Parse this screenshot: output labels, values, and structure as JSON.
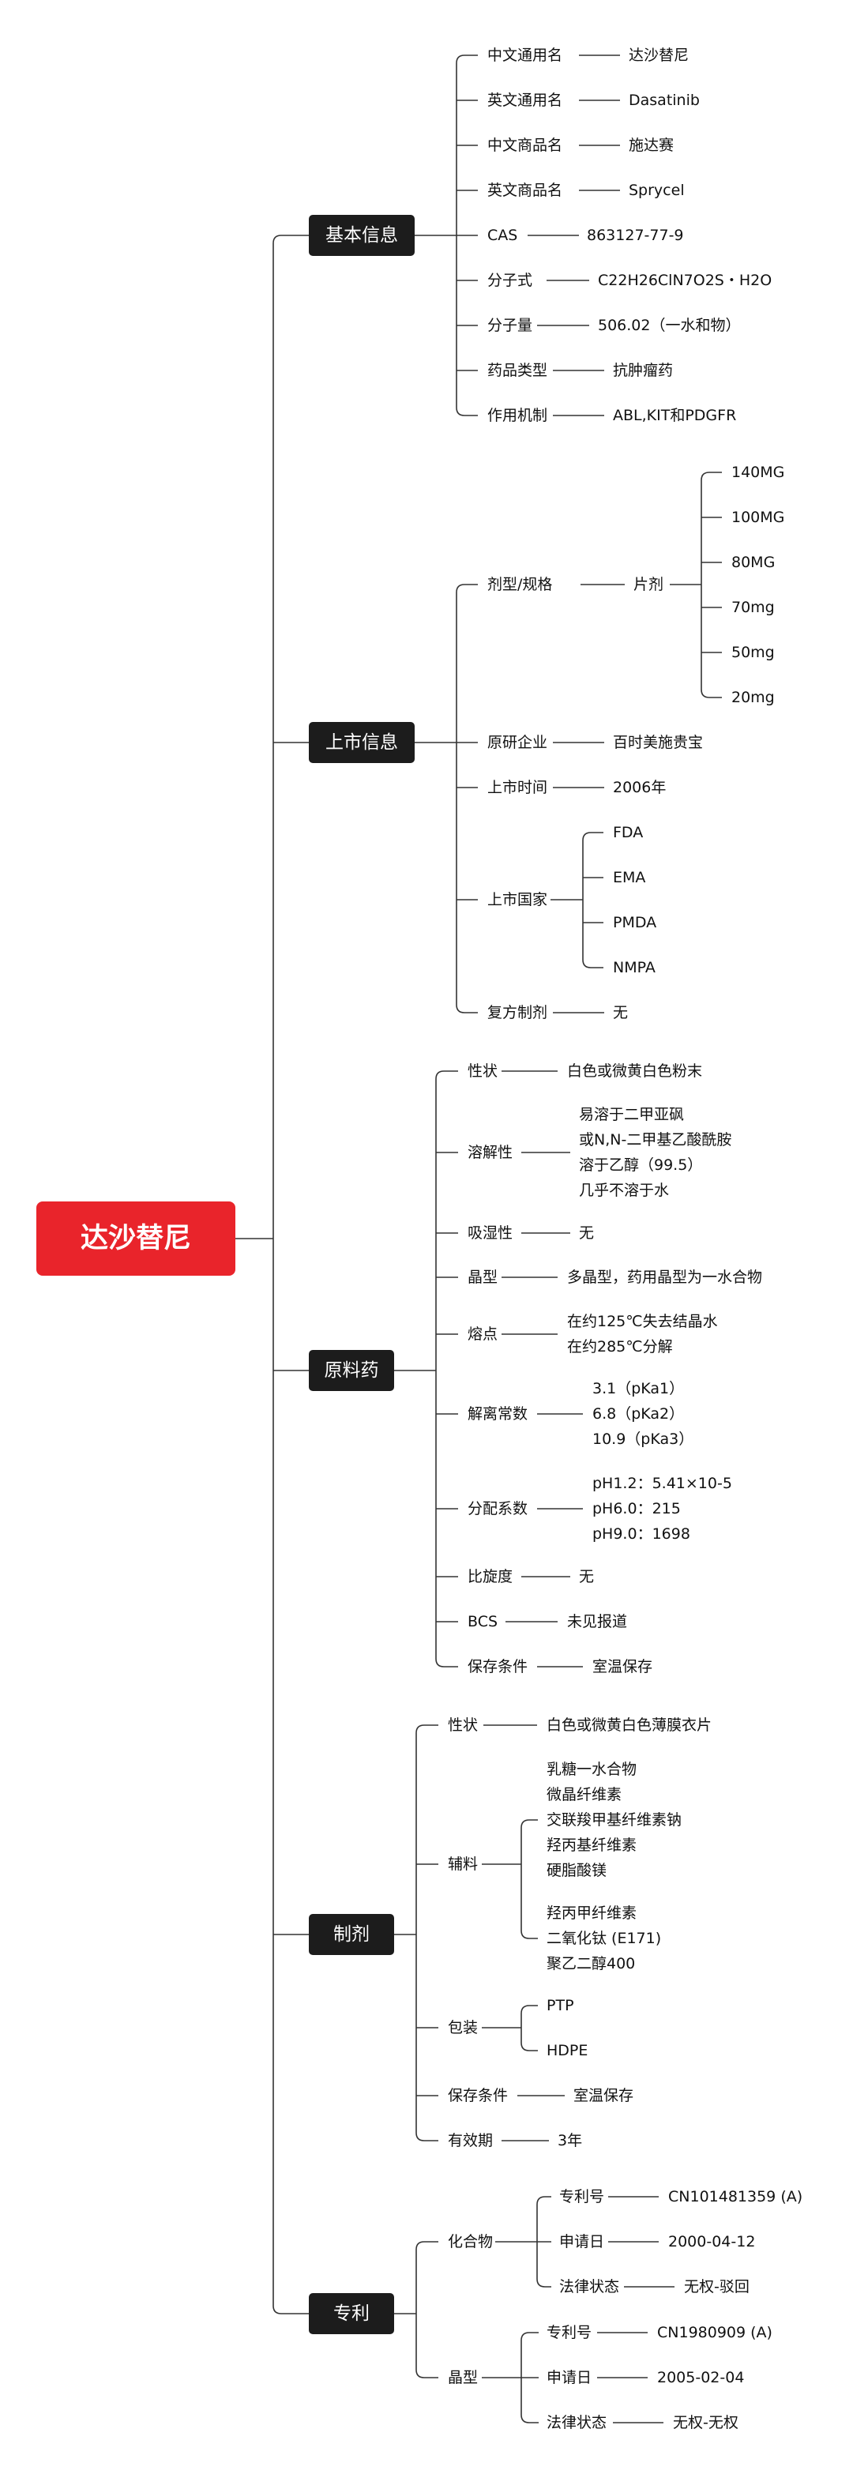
{
  "colors": {
    "root_bg": "#e9242b",
    "category_bg": "#1c1c1c",
    "line": "#333333",
    "text": "#111111"
  },
  "root": "达沙替尼",
  "categories": {
    "basic": {
      "label": "基本信息",
      "items": [
        {
          "label": "中文通用名",
          "value": "达沙替尼"
        },
        {
          "label": "英文通用名",
          "value": "Dasatinib"
        },
        {
          "label": "中文商品名",
          "value": "施达赛"
        },
        {
          "label": "英文商品名",
          "value": "Sprycel"
        },
        {
          "label": "CAS",
          "value": "863127-77-9"
        },
        {
          "label": "分子式",
          "value": "C22H26ClN7O2S・H2O"
        },
        {
          "label": "分子量",
          "value": "506.02（一水和物）"
        },
        {
          "label": "药品类型",
          "value": "抗肿瘤药"
        },
        {
          "label": "作用机制",
          "value": "ABL,KIT和PDGFR"
        }
      ]
    },
    "market": {
      "label": "上市信息",
      "dosage": {
        "label": "剂型/规格",
        "form": "片剂",
        "specs": [
          "140MG",
          "100MG",
          "80MG",
          "70mg",
          "50mg",
          "20mg"
        ]
      },
      "originator": {
        "label": "原研企业",
        "value": "百时美施贵宝"
      },
      "launch_time": {
        "label": "上市时间",
        "value": "2006年"
      },
      "countries": {
        "label": "上市国家",
        "values": [
          "FDA",
          "EMA",
          "PMDA",
          "NMPA"
        ]
      },
      "combination": {
        "label": "复方制剂",
        "value": "无"
      }
    },
    "api": {
      "label": "原料药",
      "appearance": {
        "label": "性状",
        "value": "白色或微黄白色粉末"
      },
      "solubility": {
        "label": "溶解性",
        "lines": [
          "易溶于二甲亚砜",
          "或N,N-二甲基乙酸酰胺",
          "溶于乙醇（99.5）",
          "几乎不溶于水"
        ]
      },
      "hygroscopicity": {
        "label": "吸湿性",
        "value": "无"
      },
      "crystal": {
        "label": "晶型",
        "value": "多晶型，药用晶型为一水合物"
      },
      "melting": {
        "label": "熔点",
        "lines": [
          "在约125℃失去结晶水",
          "在约285℃分解"
        ]
      },
      "pka": {
        "label": "解离常数",
        "lines": [
          "3.1（pKa1）",
          "6.8（pKa2）",
          "10.9（pKa3）"
        ]
      },
      "partition": {
        "label": "分配系数",
        "lines": [
          "pH1.2：5.41×10-5",
          "pH6.0：215",
          "pH9.0：1698"
        ]
      },
      "rotation": {
        "label": "比旋度",
        "value": "无"
      },
      "bcs": {
        "label": "BCS",
        "value": "未见报道"
      },
      "storage": {
        "label": "保存条件",
        "value": "室温保存"
      }
    },
    "formulation": {
      "label": "制剂",
      "appearance": {
        "label": "性状",
        "value": "白色或微黄白色薄膜衣片"
      },
      "excipients": {
        "label": "辅料",
        "group1": [
          "乳糖一水合物",
          "微晶纤维素",
          "交联羧甲基纤维素钠",
          "羟丙基纤维素",
          "硬脂酸镁"
        ],
        "group2": [
          "羟丙甲纤维素",
          "二氧化钛 (E171)",
          "聚乙二醇400"
        ]
      },
      "packaging": {
        "label": "包装",
        "values": [
          "PTP",
          "HDPE"
        ]
      },
      "storage": {
        "label": "保存条件",
        "value": "室温保存"
      },
      "shelf_life": {
        "label": "有效期",
        "value": "3年"
      }
    },
    "patent": {
      "label": "专利",
      "compound": {
        "label": "化合物",
        "items": [
          {
            "label": "专利号",
            "value": "CN101481359 (A)"
          },
          {
            "label": "申请日",
            "value": "2000-04-12"
          },
          {
            "label": "法律状态",
            "value": "无权-驳回"
          }
        ]
      },
      "crystal": {
        "label": "晶型",
        "items": [
          {
            "label": "专利号",
            "value": "CN1980909 (A)"
          },
          {
            "label": "申请日",
            "value": "2005-02-04"
          },
          {
            "label": "法律状态",
            "value": "无权-无权"
          }
        ]
      }
    }
  }
}
